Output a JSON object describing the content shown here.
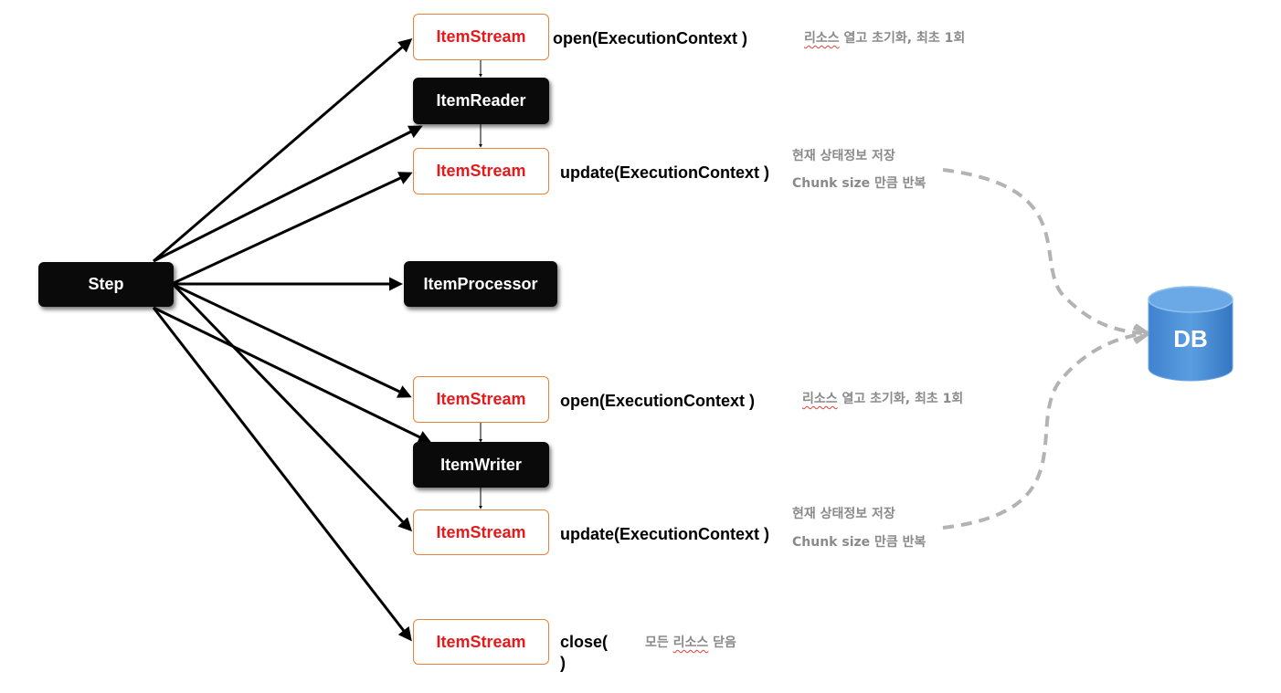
{
  "step": {
    "label": "Step"
  },
  "reader_group": {
    "open_stream": {
      "label": "ItemStream",
      "method": "open(ExecutionContext )"
    },
    "reader": {
      "label": "ItemReader"
    },
    "update_stream": {
      "label": "ItemStream",
      "method": "update(ExecutionContext )"
    },
    "open_note": {
      "word1": "리소스",
      "rest": " 열고 초기화, 최초 1회"
    },
    "update_note_line1": "현재 상태정보 저장",
    "update_note_line2": "Chunk size 만큼 반복"
  },
  "processor": {
    "label": "ItemProcessor"
  },
  "writer_group": {
    "open_stream": {
      "label": "ItemStream",
      "method": "open(ExecutionContext )"
    },
    "writer": {
      "label": "ItemWriter"
    },
    "update_stream": {
      "label": "ItemStream",
      "method": "update(ExecutionContext )"
    },
    "open_note": {
      "word1": "리소스",
      "rest": " 열고 초기화, 최초 1회"
    },
    "update_note_line1": "현재 상태정보 저장",
    "update_note_line2": "Chunk size 만큼 반복"
  },
  "close_group": {
    "stream": {
      "label": "ItemStream"
    },
    "method_line1": "close(",
    "method_line2": ")",
    "note": {
      "prefix": "모든 ",
      "word": "리소스",
      "suffix": " 닫음"
    }
  },
  "db": {
    "label": "DB",
    "color": "#4a8fd6"
  },
  "colors": {
    "stream_border": "#e8823a",
    "stream_text": "#e8191b",
    "dark_box": "#0a0a0a",
    "note_text": "#8a8a8a",
    "dashed": "#b3b3b3"
  }
}
